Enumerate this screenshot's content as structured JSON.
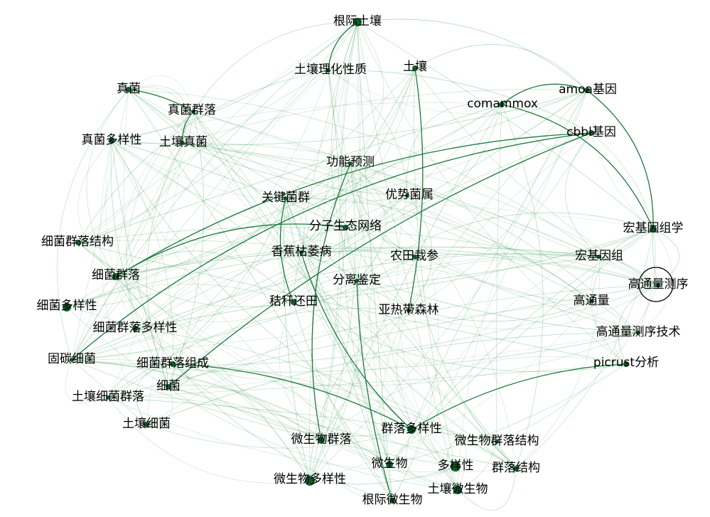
{
  "colors": {
    "edge_strong": "#1e7a3c",
    "edge_faint": "#3a9a5a",
    "node_fill": "#0f5c2b",
    "label": "#000000",
    "highlight_ring": "#000000"
  },
  "highlighted_node": "n-high-throughput-sequencing",
  "nodes": [
    {
      "id": "n-rhizosphere-soil",
      "label": "根际土壤"
    },
    {
      "id": "n-soil-physchem",
      "label": "土壤理化性质"
    },
    {
      "id": "n-soil",
      "label": "土壤"
    },
    {
      "id": "n-fungi",
      "label": "真菌"
    },
    {
      "id": "n-fungal-community",
      "label": "真菌群落"
    },
    {
      "id": "n-fungal-diversity",
      "label": "真菌多样性"
    },
    {
      "id": "n-soil-fungi",
      "label": "土壤真菌"
    },
    {
      "id": "n-amoa-gene",
      "label": "amoa基因"
    },
    {
      "id": "n-comammox",
      "label": "comammox"
    },
    {
      "id": "n-cbbl-gene",
      "label": "cbbl基因"
    },
    {
      "id": "n-function-prediction",
      "label": "功能预测"
    },
    {
      "id": "n-keystone-taxa",
      "label": "关键菌群"
    },
    {
      "id": "n-dominant-genera",
      "label": "优势菌属"
    },
    {
      "id": "n-molecular-network",
      "label": "分子生态网络"
    },
    {
      "id": "n-bacterial-community-structure",
      "label": "细菌群落结构"
    },
    {
      "id": "n-banana-wilt",
      "label": "香蕉枯萎病"
    },
    {
      "id": "n-ginseng",
      "label": "农田栽参"
    },
    {
      "id": "n-metagenomics",
      "label": "宏基因组学"
    },
    {
      "id": "n-metagenome",
      "label": "宏基因组"
    },
    {
      "id": "n-bacterial-community",
      "label": "细菌群落"
    },
    {
      "id": "n-isolation",
      "label": "分离鉴定"
    },
    {
      "id": "n-high-throughput-sequencing",
      "label": "高通量测序"
    },
    {
      "id": "n-bacterial-diversity",
      "label": "细菌多样性"
    },
    {
      "id": "n-straw-return",
      "label": "秸秆还田"
    },
    {
      "id": "n-subtropical-forest",
      "label": "亚热带森林"
    },
    {
      "id": "n-high-throughput",
      "label": "高通量"
    },
    {
      "id": "n-bacterial-community-diversity",
      "label": "细菌群落多样性"
    },
    {
      "id": "n-hts-technology",
      "label": "高通量测序技术"
    },
    {
      "id": "n-carbon-fixing-bacteria",
      "label": "固碳细菌"
    },
    {
      "id": "n-bacterial-community-composition",
      "label": "细菌群落组成"
    },
    {
      "id": "n-picrust",
      "label": "picrust分析"
    },
    {
      "id": "n-bacteria",
      "label": "细菌"
    },
    {
      "id": "n-soil-bacterial-community",
      "label": "土壤细菌群落"
    },
    {
      "id": "n-soil-bacteria",
      "label": "土壤细菌"
    },
    {
      "id": "n-community-diversity",
      "label": "群落多样性"
    },
    {
      "id": "n-microbial-community",
      "label": "微生物群落"
    },
    {
      "id": "n-microbial-community-structure",
      "label": "微生物群落结构"
    },
    {
      "id": "n-microbes",
      "label": "微生物"
    },
    {
      "id": "n-diversity",
      "label": "多样性"
    },
    {
      "id": "n-community-structure",
      "label": "群落结构"
    },
    {
      "id": "n-microbial-diversity",
      "label": "微生物多样性"
    },
    {
      "id": "n-soil-microbes",
      "label": "土壤微生物"
    },
    {
      "id": "n-rhizosphere-microbes",
      "label": "根际微生物"
    }
  ]
}
